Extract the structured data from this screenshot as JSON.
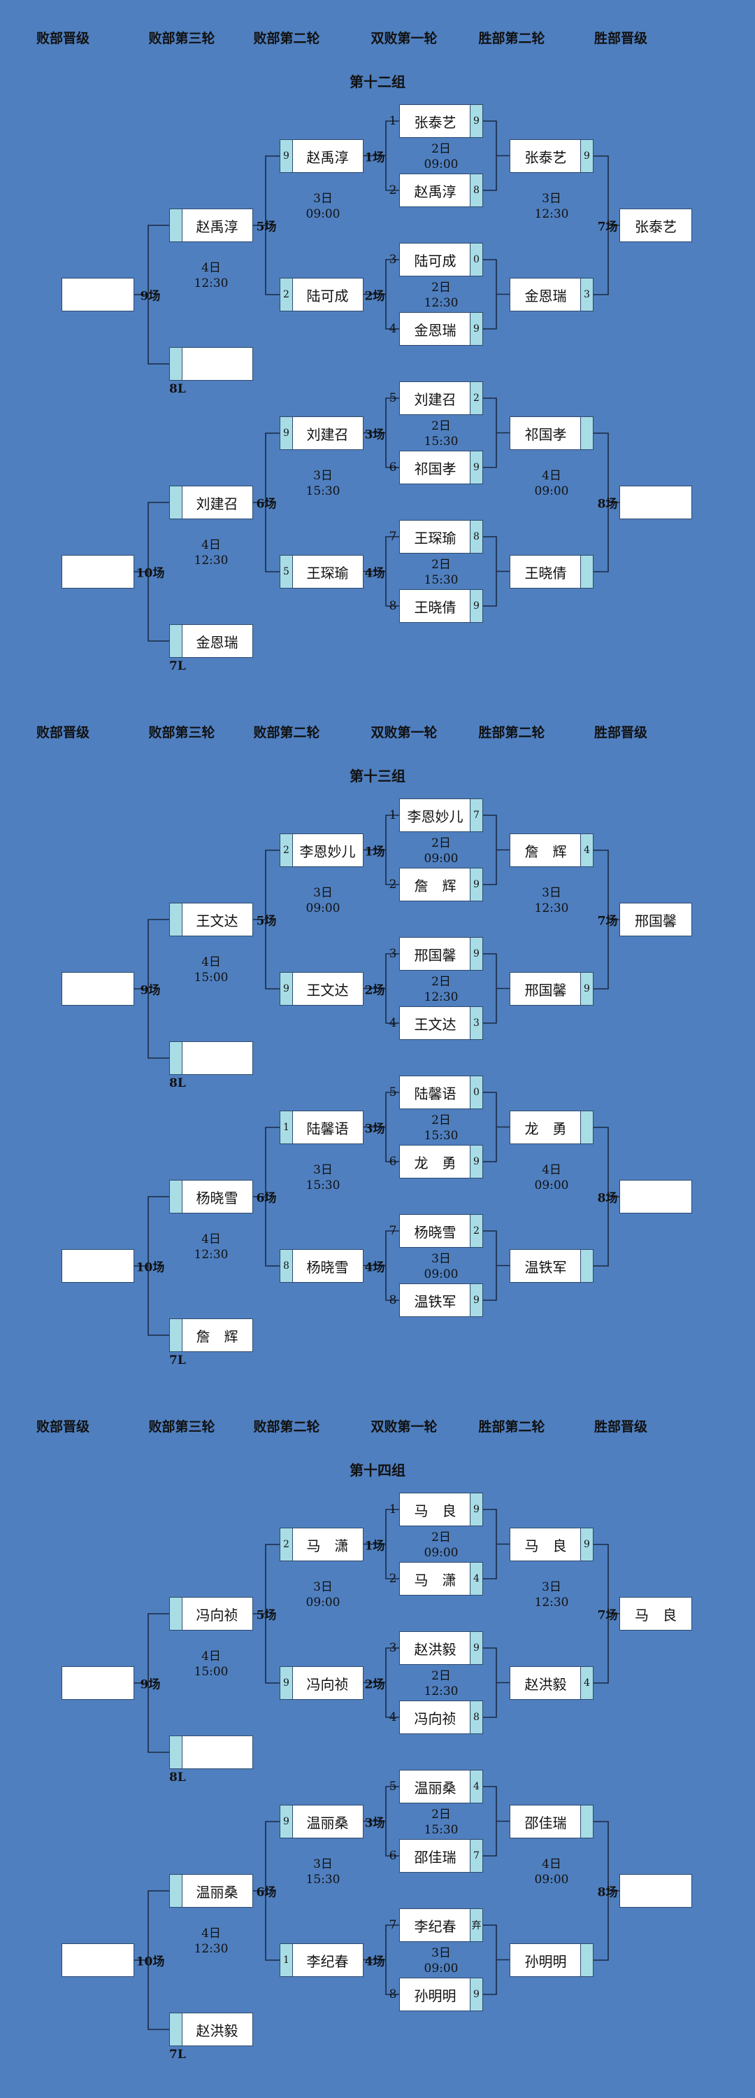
{
  "column_headers": [
    "败部晋级",
    "败部第三轮",
    "败部第二轮",
    "双败第一轮",
    "胜部第二轮",
    "胜部晋级"
  ],
  "groups": [
    {
      "title": "第十二组",
      "r1": [
        {
          "name": "张泰艺",
          "score": "9"
        },
        {
          "name": "赵禹淳",
          "score": "8"
        },
        {
          "name": "陆可成",
          "score": "0"
        },
        {
          "name": "金恩瑞",
          "score": "9"
        },
        {
          "name": "刘建召",
          "score": "2"
        },
        {
          "name": "祁国孝",
          "score": "9"
        },
        {
          "name": "王琛瑜",
          "score": "8"
        },
        {
          "name": "王晓倩",
          "score": "9"
        }
      ],
      "r1_times": [
        [
          "2日",
          "09:00"
        ],
        [
          "2日",
          "12:30"
        ],
        [
          "2日",
          "15:30"
        ],
        [
          "2日",
          "15:30"
        ]
      ],
      "seeds": [
        "1",
        "2",
        "3",
        "4",
        "5",
        "6",
        "7",
        "8"
      ],
      "w2": [
        {
          "name": "张泰艺",
          "score": "9"
        },
        {
          "name": "金恩瑞",
          "score": "3"
        },
        {
          "name": "祁国孝",
          "score": ""
        },
        {
          "name": "王晓倩",
          "score": ""
        }
      ],
      "w2_times": [
        [
          "3日",
          "12:30"
        ],
        [
          "4日",
          "09:00"
        ]
      ],
      "wf": [
        {
          "name": "张泰艺"
        },
        {
          "name": ""
        }
      ],
      "l2": [
        {
          "name": "赵禹淳",
          "score": "9"
        },
        {
          "name": "陆可成",
          "score": "2"
        },
        {
          "name": "刘建召",
          "score": "9"
        },
        {
          "name": "王琛瑜",
          "score": "5"
        }
      ],
      "l2_times": [
        [
          "3日",
          "09:00"
        ],
        [
          "3日",
          "15:30"
        ]
      ],
      "l3": [
        {
          "name": "赵禹淳",
          "score": ""
        },
        {
          "name": "",
          "score": ""
        },
        {
          "name": "刘建召",
          "score": ""
        },
        {
          "name": "金恩瑞",
          "score": ""
        }
      ],
      "l3_times": [
        [
          "4日",
          "12:30"
        ],
        [
          "4日",
          "12:30"
        ]
      ],
      "lf": [
        {
          "name": ""
        },
        {
          "name": ""
        }
      ],
      "match_labels": [
        "1场",
        "2场",
        "3场",
        "4场",
        "5场",
        "6场",
        "7场",
        "8场",
        "9场",
        "10场"
      ],
      "drop_tags": [
        "8L",
        "7L"
      ]
    },
    {
      "title": "第十三组",
      "r1": [
        {
          "name": "李恩妙儿",
          "score": "7"
        },
        {
          "name": "詹　辉",
          "score": "9"
        },
        {
          "name": "邢国馨",
          "score": "9"
        },
        {
          "name": "王文达",
          "score": "3"
        },
        {
          "name": "陆馨语",
          "score": "0"
        },
        {
          "name": "龙　勇",
          "score": "9"
        },
        {
          "name": "杨晓雪",
          "score": "2"
        },
        {
          "name": "温铁军",
          "score": "9"
        }
      ],
      "r1_times": [
        [
          "2日",
          "09:00"
        ],
        [
          "2日",
          "12:30"
        ],
        [
          "2日",
          "15:30"
        ],
        [
          "3日",
          "09:00"
        ]
      ],
      "seeds": [
        "1",
        "2",
        "3",
        "4",
        "5",
        "6",
        "7",
        "8"
      ],
      "w2": [
        {
          "name": "詹　辉",
          "score": "4"
        },
        {
          "name": "邢国馨",
          "score": "9"
        },
        {
          "name": "龙　勇",
          "score": ""
        },
        {
          "name": "温铁军",
          "score": ""
        }
      ],
      "w2_times": [
        [
          "3日",
          "12:30"
        ],
        [
          "4日",
          "09:00"
        ]
      ],
      "wf": [
        {
          "name": "邢国馨"
        },
        {
          "name": ""
        }
      ],
      "l2": [
        {
          "name": "李恩妙儿",
          "score": "2"
        },
        {
          "name": "王文达",
          "score": "9"
        },
        {
          "name": "陆馨语",
          "score": "1"
        },
        {
          "name": "杨晓雪",
          "score": "8"
        }
      ],
      "l2_times": [
        [
          "3日",
          "09:00"
        ],
        [
          "3日",
          "15:30"
        ]
      ],
      "l3": [
        {
          "name": "王文达",
          "score": ""
        },
        {
          "name": "",
          "score": ""
        },
        {
          "name": "杨晓雪",
          "score": ""
        },
        {
          "name": "詹　辉",
          "score": ""
        }
      ],
      "l3_times": [
        [
          "4日",
          "15:00"
        ],
        [
          "4日",
          "12:30"
        ]
      ],
      "lf": [
        {
          "name": ""
        },
        {
          "name": ""
        }
      ],
      "match_labels": [
        "1场",
        "2场",
        "3场",
        "4场",
        "5场",
        "6场",
        "7场",
        "8场",
        "9场",
        "10场"
      ],
      "drop_tags": [
        "8L",
        "7L"
      ]
    },
    {
      "title": "第十四组",
      "r1": [
        {
          "name": "马　良",
          "score": "9"
        },
        {
          "name": "马　潇",
          "score": "4"
        },
        {
          "name": "赵洪毅",
          "score": "9"
        },
        {
          "name": "冯向祯",
          "score": "8"
        },
        {
          "name": "温丽桑",
          "score": "4"
        },
        {
          "name": "邵佳瑞",
          "score": "7"
        },
        {
          "name": "李纪春",
          "score": "弃"
        },
        {
          "name": "孙明明",
          "score": "9"
        }
      ],
      "r1_times": [
        [
          "2日",
          "09:00"
        ],
        [
          "2日",
          "12:30"
        ],
        [
          "2日",
          "15:30"
        ],
        [
          "3日",
          "09:00"
        ]
      ],
      "seeds": [
        "1",
        "2",
        "3",
        "4",
        "5",
        "6",
        "7",
        "8"
      ],
      "w2": [
        {
          "name": "马　良",
          "score": "9"
        },
        {
          "name": "赵洪毅",
          "score": "4"
        },
        {
          "name": "邵佳瑞",
          "score": ""
        },
        {
          "name": "孙明明",
          "score": ""
        }
      ],
      "w2_times": [
        [
          "3日",
          "12:30"
        ],
        [
          "4日",
          "09:00"
        ]
      ],
      "wf": [
        {
          "name": "马　良"
        },
        {
          "name": ""
        }
      ],
      "l2": [
        {
          "name": "马　潇",
          "score": "2"
        },
        {
          "name": "冯向祯",
          "score": "9"
        },
        {
          "name": "温丽桑",
          "score": "9"
        },
        {
          "name": "李纪春",
          "score": "1"
        }
      ],
      "l2_times": [
        [
          "3日",
          "09:00"
        ],
        [
          "3日",
          "15:30"
        ]
      ],
      "l3": [
        {
          "name": "冯向祯",
          "score": ""
        },
        {
          "name": "",
          "score": ""
        },
        {
          "name": "温丽桑",
          "score": ""
        },
        {
          "name": "赵洪毅",
          "score": ""
        }
      ],
      "l3_times": [
        [
          "4日",
          "15:00"
        ],
        [
          "4日",
          "12:30"
        ]
      ],
      "lf": [
        {
          "name": ""
        },
        {
          "name": ""
        }
      ],
      "match_labels": [
        "1场",
        "2场",
        "3场",
        "4场",
        "5场",
        "6场",
        "7场",
        "8场",
        "9场",
        "10场"
      ],
      "drop_tags": [
        "8L",
        "7L"
      ]
    }
  ],
  "colors": {
    "background": "#4f7fbf",
    "box": "#ffffff",
    "score_cell": "#a8dde6",
    "line": "#1a2a44"
  }
}
